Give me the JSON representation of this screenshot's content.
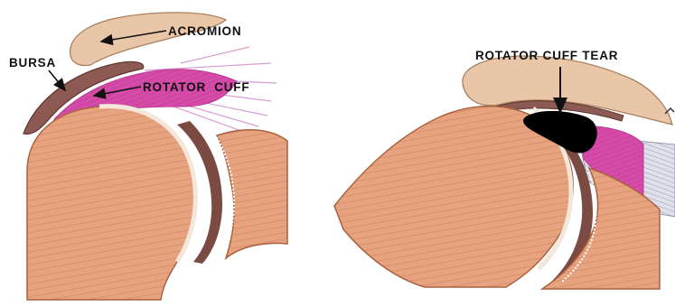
{
  "labels": {
    "acromion": "ACROMION",
    "bursa": "BURSA",
    "rotator_cuff": "ROTATOR  CUFF",
    "rotator_cuff_tear": "ROTATOR CUFF TEAR"
  },
  "colors": {
    "bone": "#e7a27f",
    "bone_stroke": "#b06a48",
    "bone_stripe": "#c97a55",
    "cartilage": "#f3e7dc",
    "joint_space": "#7b4a42",
    "acromion": "#e9c6a8",
    "bursa": "#8c5a52",
    "rotator_cuff": "#d64aa8",
    "tear": "#000000",
    "label": "#111111"
  }
}
